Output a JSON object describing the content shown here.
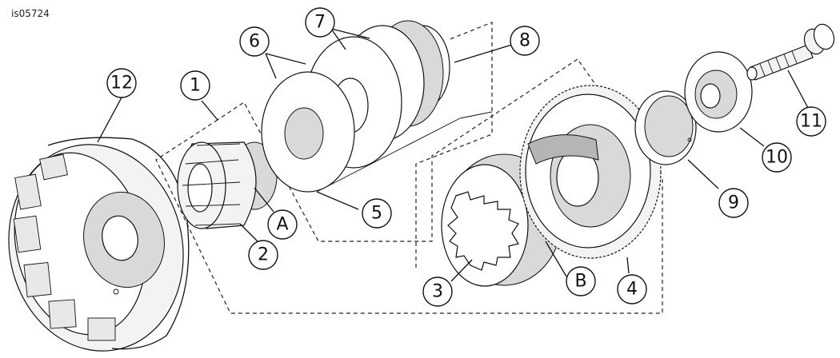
{
  "document_id": "is05724",
  "callouts": {
    "c1": "1",
    "c2": "2",
    "c3": "3",
    "c4": "4",
    "c5": "5",
    "c6": "6",
    "c7": "7",
    "c8": "8",
    "c9": "9",
    "c10": "10",
    "c11": "11",
    "c12": "12",
    "cA": "A",
    "cB": "B"
  }
}
